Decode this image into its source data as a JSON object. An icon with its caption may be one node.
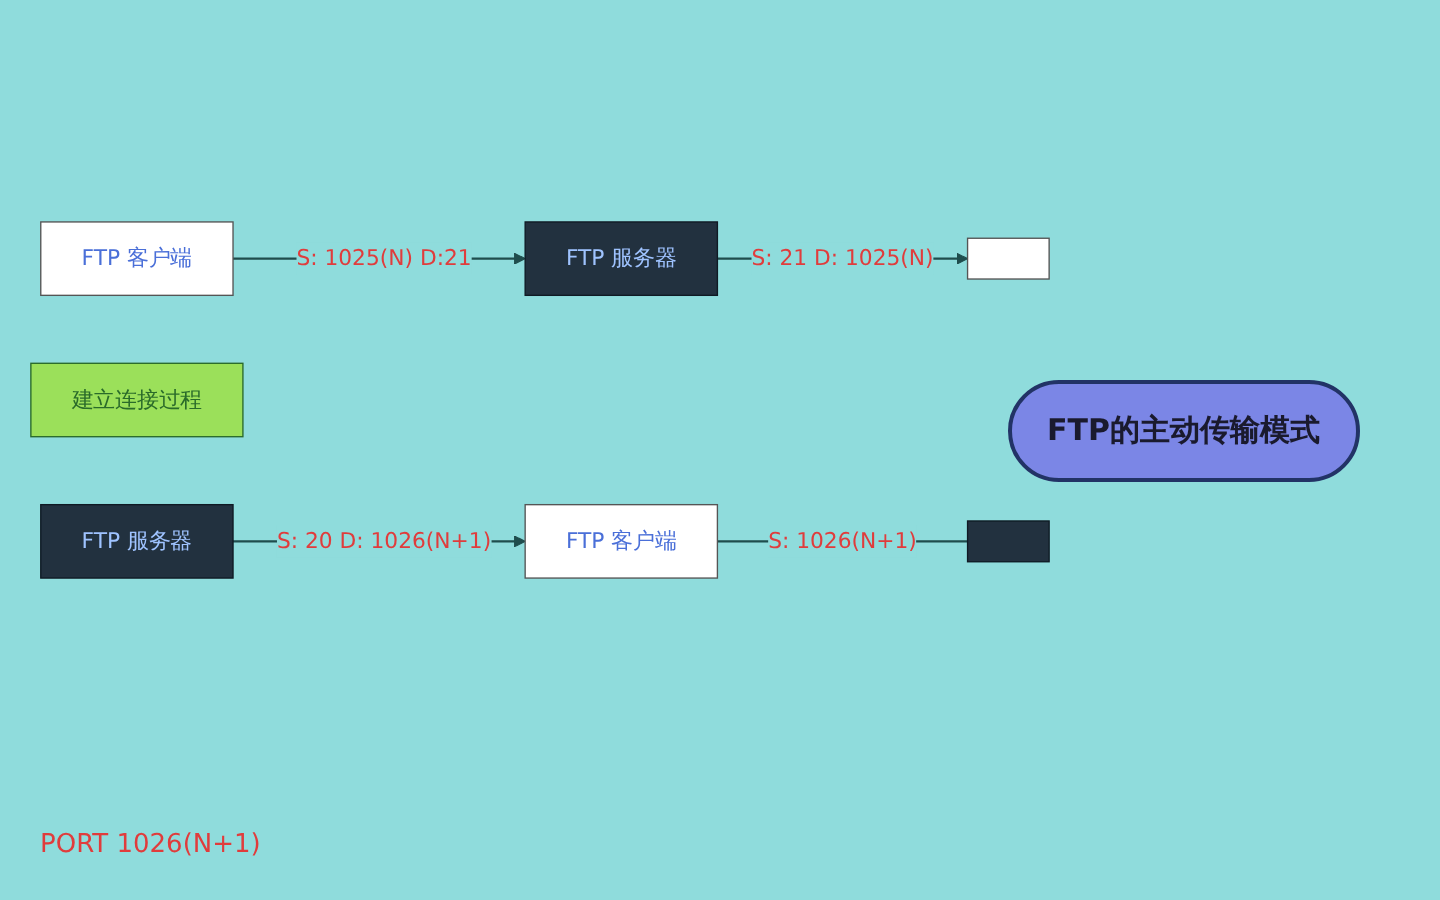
{
  "diagram": {
    "title": "FTP的主动传输模式",
    "nodes": [
      {
        "text": [
          "FTP 客户端"
        ]
      },
      {
        "text": [
          "FTP 服务器"
        ]
      },
      {
        "text": [],
        "shape": "box"
      },
      {
        "text": [
          "建立连接过程"
        ]
      },
      {
        "text": [
          "FTP 服务器"
        ]
      },
      {
        "text": [
          "FTP 客户端"
        ]
      },
      {
        "text": [],
        "shape": "box"
      }
    ],
    "edges": [
      {
        "from": 0,
        "to": 1,
        "arrow": "to",
        "label": "S: 1025(N) D:21"
      },
      {
        "from": 1,
        "to": 2,
        "arrow": "to",
        "label": "S: 21 D: 1025(N)"
      },
      {
        "from": 4,
        "to": 5,
        "arrow": "to",
        "label": "S: 20 D: 1026(N+1)"
      },
      {
        "from": 5,
        "to": 6,
        "arrow": "none",
        "label": "S: 1026(N+1)"
      }
    ],
    "labels": [
      "PORT 1026(N+1)"
    ]
  }
}
